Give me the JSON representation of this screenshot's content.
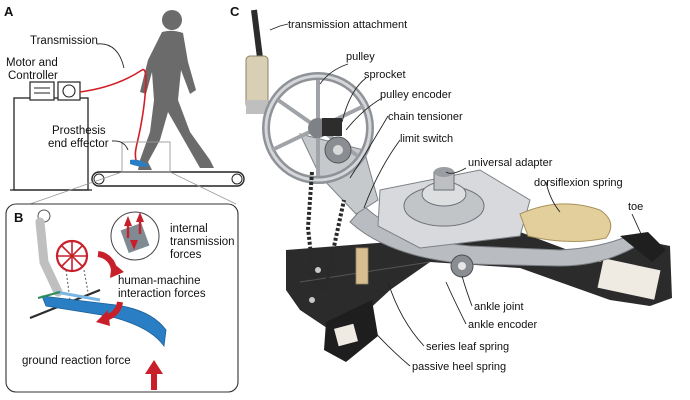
{
  "panel_a": {
    "letter": "A",
    "labels": {
      "transmission": "Transmission",
      "motor_line1": "Motor and",
      "motor_line2": "Controller",
      "prosthesis_line1": "Prosthesis",
      "prosthesis_line2": "end effector"
    }
  },
  "panel_b": {
    "letter": "B",
    "labels": {
      "internal_line1": "internal",
      "internal_line2": "transmission",
      "internal_line3": "forces",
      "hmi_line1": "human-machine",
      "hmi_line2": "interaction forces",
      "grf": "ground reaction force"
    }
  },
  "panel_c": {
    "letter": "C",
    "labels": {
      "transmission_attachment": "transmission attachment",
      "pulley": "pulley",
      "sprocket": "sprocket",
      "pulley_encoder": "pulley encoder",
      "chain_tensioner": "chain tensioner",
      "limit_switch": "limit switch",
      "universal_adapter": "universal adapter",
      "dorsiflexion_spring": "dorsiflexion spring",
      "toe": "toe",
      "ankle_joint": "ankle joint",
      "ankle_encoder": "ankle encoder",
      "series_leaf_spring": "series leaf spring",
      "passive_heel_spring": "passive heel spring"
    }
  },
  "colors": {
    "force_red": "#c8202a",
    "cable_red": "#d21f26",
    "foot_blue": "#2a7fc4",
    "walker_gray": "#6b6b6b",
    "metal": "#b9bcc0"
  }
}
